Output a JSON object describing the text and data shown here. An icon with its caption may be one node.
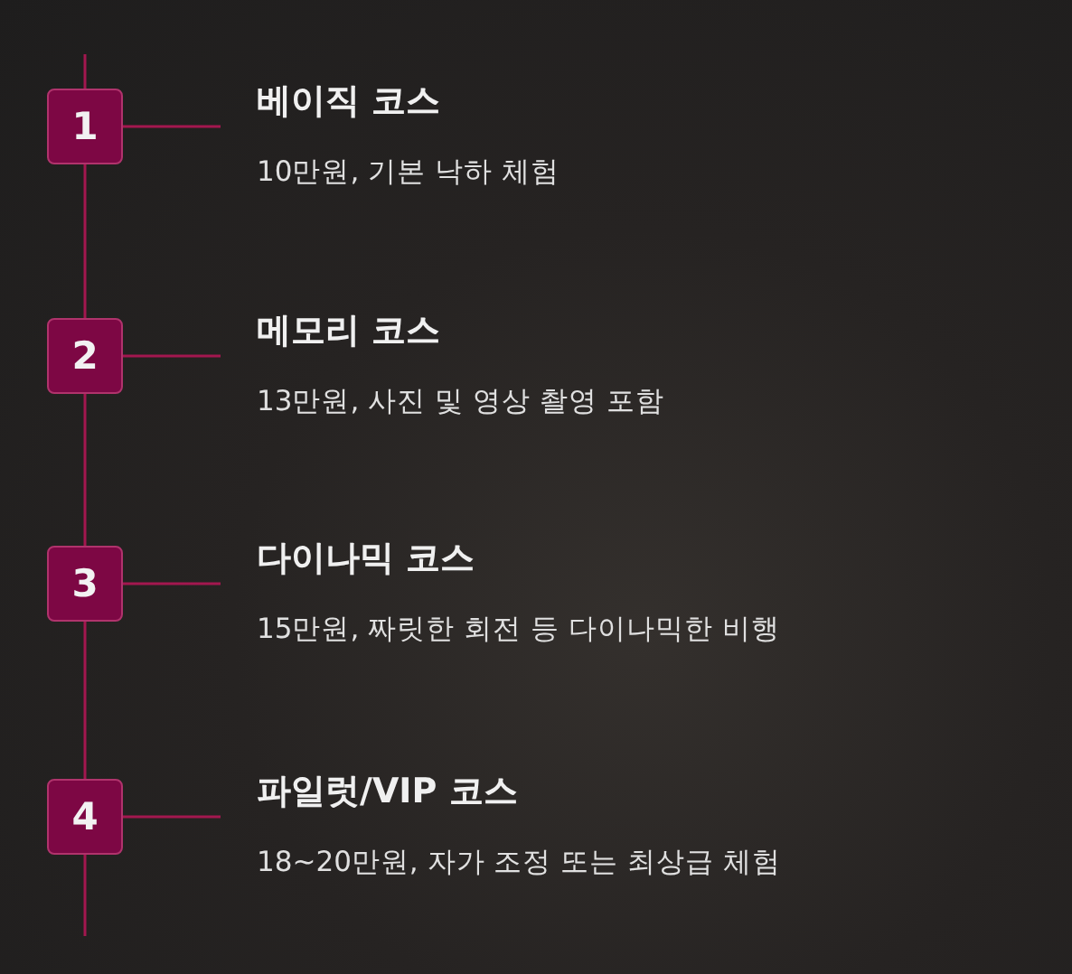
{
  "diagram": {
    "nodes": [
      {
        "text": [
          "1"
        ]
      },
      {
        "text": [
          "베이직 코스",
          "10만원, 기본 낙하 체험"
        ]
      },
      {
        "text": [
          "2"
        ]
      },
      {
        "text": [
          "메모리 코스",
          "13만원, 사진 및 영상 촬영 포함"
        ]
      },
      {
        "text": [
          "3"
        ]
      },
      {
        "text": [
          "다이나믹 코스",
          "15만원, 짜릿한 회전 등 다이나믹한 비행"
        ]
      },
      {
        "text": [
          "4"
        ]
      },
      {
        "text": [
          "파일럿/VIP 코스",
          "18~20만원, 자가 조정 또는 최상급 체험"
        ]
      }
    ],
    "edges": [
      {
        "from": null,
        "to": 0,
        "arrow": "none"
      },
      {
        "from": 0,
        "to": 1,
        "arrow": "none"
      },
      {
        "from": 0,
        "to": 2,
        "arrow": "none"
      },
      {
        "from": 2,
        "to": 3,
        "arrow": "none"
      },
      {
        "from": 2,
        "to": 4,
        "arrow": "none"
      },
      {
        "from": 4,
        "to": 5,
        "arrow": "none"
      },
      {
        "from": 4,
        "to": 6,
        "arrow": "none"
      },
      {
        "from": 6,
        "to": 7,
        "arrow": "none"
      },
      {
        "from": 6,
        "to": null,
        "arrow": "none"
      }
    ]
  }
}
